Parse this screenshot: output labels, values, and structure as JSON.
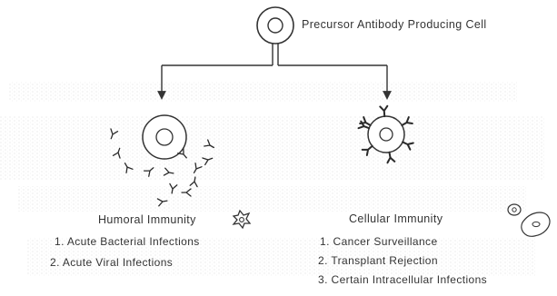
{
  "title": "Precursor Antibody Producing Cell",
  "humoral": {
    "heading": "Humoral Immunity",
    "items": [
      "1. Acute Bacterial Infections",
      "2. Acute Viral Infections"
    ]
  },
  "cellular": {
    "heading": "Cellular Immunity",
    "items": [
      "1. Cancer Surveillance",
      "2. Transplant Rejection",
      "3. Certain Intracellular Infections"
    ]
  },
  "colors": {
    "ink": "#2a2a2a",
    "stipple": "#c8c8c8"
  }
}
